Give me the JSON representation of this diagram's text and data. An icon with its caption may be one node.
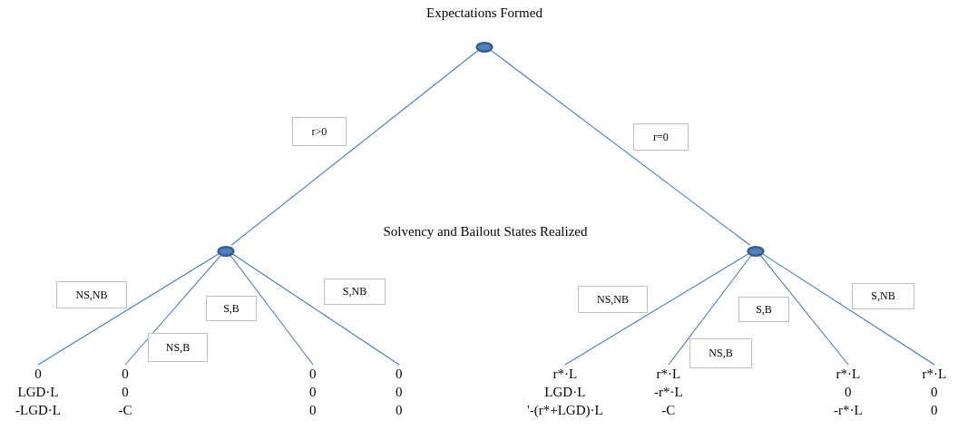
{
  "diagram": {
    "nodes": [
      {
        "text": [],
        "shape": "circle"
      },
      {
        "text": [],
        "shape": "circle"
      },
      {
        "text": [],
        "shape": "circle"
      },
      {
        "text": [
          "0",
          "LGD·L",
          "-LGD·L"
        ]
      },
      {
        "text": [
          "0",
          "0",
          "-C"
        ]
      },
      {
        "text": [
          "0",
          "0",
          "0"
        ]
      },
      {
        "text": [
          "0",
          "0",
          "0"
        ]
      },
      {
        "text": [
          "r*·L",
          "LGD·L",
          "'-(r*+LGD)·L"
        ]
      },
      {
        "text": [
          "r*·L",
          "-r*·L",
          "-C"
        ]
      },
      {
        "text": [
          "r*·L",
          "0",
          "-r*·L"
        ]
      },
      {
        "text": [
          "r*·L",
          "0",
          "0"
        ]
      }
    ],
    "edges": [
      {
        "from": 0,
        "to": 1,
        "arrow": "none",
        "label": "r>0"
      },
      {
        "from": 0,
        "to": 2,
        "arrow": "none",
        "label": "r=0"
      },
      {
        "from": 1,
        "to": 3,
        "arrow": "none",
        "label": "NS,NB"
      },
      {
        "from": 1,
        "to": 4,
        "arrow": "none",
        "label": "NS,B"
      },
      {
        "from": 1,
        "to": 5,
        "arrow": "none",
        "label": "S,B"
      },
      {
        "from": 1,
        "to": 6,
        "arrow": "none",
        "label": "S,NB"
      },
      {
        "from": 2,
        "to": 7,
        "arrow": "none",
        "label": "NS,NB"
      },
      {
        "from": 2,
        "to": 8,
        "arrow": "none",
        "label": "NS,B"
      },
      {
        "from": 2,
        "to": 9,
        "arrow": "none",
        "label": "S,B"
      },
      {
        "from": 2,
        "to": 10,
        "arrow": "none",
        "label": "S,NB"
      }
    ],
    "labels": [
      "Expectations Formed",
      "Solvency and Bailout States Realized"
    ]
  }
}
